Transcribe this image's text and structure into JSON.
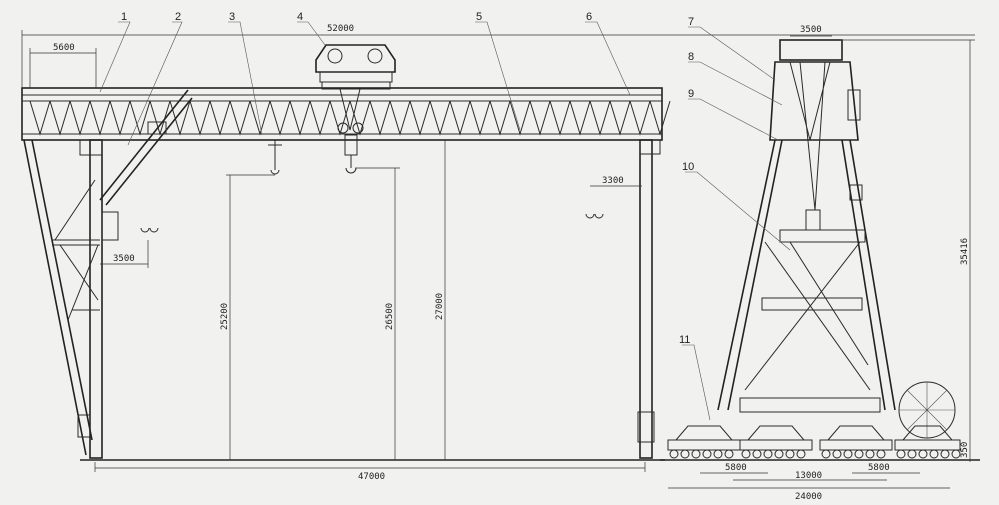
{
  "drawing": {
    "callouts": [
      "1",
      "2",
      "3",
      "4",
      "5",
      "6",
      "7",
      "8",
      "9",
      "10",
      "11"
    ],
    "dimensions": {
      "main_span_total": "52000",
      "cantilever": "5600",
      "trolley_gauge": "3500",
      "hook_offset_left": "3500",
      "hook_offset_right": "3300",
      "lift_height_1": "25200",
      "lift_height_2": "26500",
      "girder_height": "27000",
      "span": "47000",
      "overall_height": "35416",
      "bogie_spacing_left": "5800",
      "bogie_spacing_right": "5800",
      "leg_base": "13000",
      "base_overall": "24000",
      "rail_height": "350"
    }
  }
}
